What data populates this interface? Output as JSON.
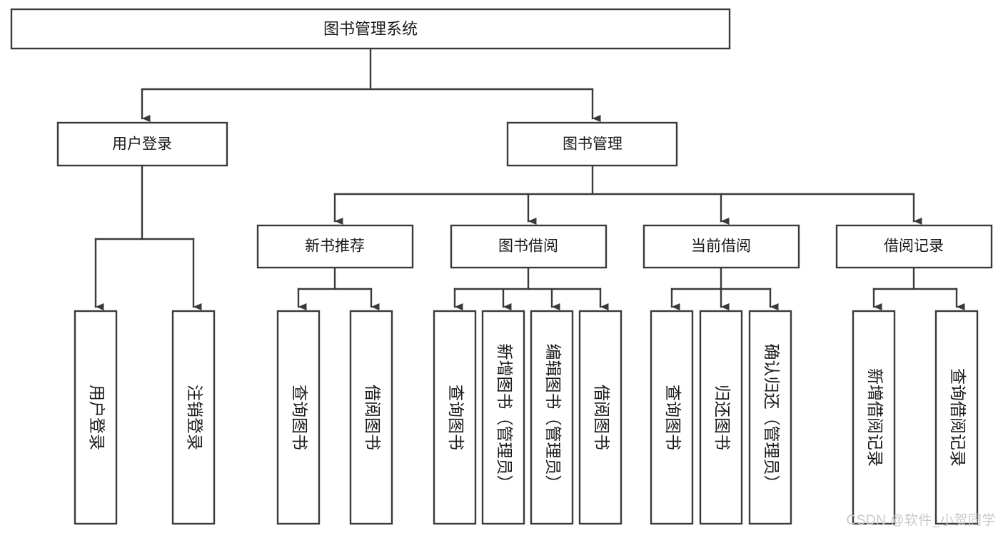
{
  "diagram": {
    "type": "tree",
    "title": "图书管理系统",
    "watermark": "CSDN @软件_小贺同学",
    "colors": {
      "box_stroke": "#3a3a3a",
      "box_fill": "#ffffff",
      "text": "#1a1a1a",
      "watermark": "#c9c9c9",
      "background": "#ffffff"
    },
    "levels": {
      "root": {
        "label": "图书管理系统"
      },
      "level2": [
        {
          "label": "用户登录"
        },
        {
          "label": "图书管理"
        }
      ],
      "level3": [
        {
          "label": "新书推荐"
        },
        {
          "label": "图书借阅"
        },
        {
          "label": "当前借阅"
        },
        {
          "label": "借阅记录"
        }
      ],
      "leaves": [
        {
          "label": "用户登录"
        },
        {
          "label": "注销登录"
        },
        {
          "label": "查询图书"
        },
        {
          "label": "借阅图书"
        },
        {
          "label": "查询图书"
        },
        {
          "label": "新增图书（管理员）"
        },
        {
          "label": "编辑图书（管理员）"
        },
        {
          "label": "借阅图书"
        },
        {
          "label": "查询图书"
        },
        {
          "label": "归还图书"
        },
        {
          "label": "确认归还（管理员）"
        },
        {
          "label": "新增借阅记录"
        },
        {
          "label": "查询借阅记录"
        }
      ]
    },
    "hierarchy": {
      "图书管理系统": [
        "用户登录",
        "图书管理"
      ],
      "用户登录": [
        "用户登录",
        "注销登录"
      ],
      "图书管理": [
        "新书推荐",
        "图书借阅",
        "当前借阅",
        "借阅记录"
      ],
      "新书推荐": [
        "查询图书",
        "借阅图书"
      ],
      "图书借阅": [
        "查询图书",
        "新增图书（管理员）",
        "编辑图书（管理员）",
        "借阅图书"
      ],
      "当前借阅": [
        "查询图书",
        "归还图书",
        "确认归还（管理员）"
      ],
      "借阅记录": [
        "新增借阅记录",
        "查询借阅记录"
      ]
    }
  }
}
